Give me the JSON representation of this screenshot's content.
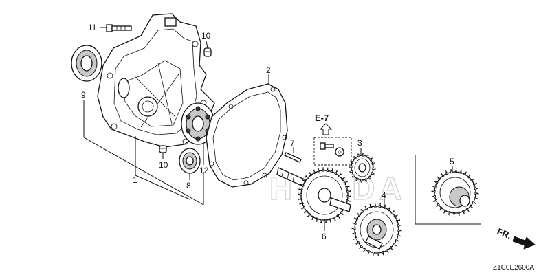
{
  "diagram": {
    "callouts": {
      "c1": "1",
      "c2": "2",
      "c3": "3",
      "c4": "4",
      "c5": "5",
      "c6": "6",
      "c7": "7",
      "c8": "8",
      "c9": "9",
      "c10a": "10",
      "c10b": "10",
      "c11": "11",
      "c12": "12"
    },
    "reference": "E-7",
    "front_label": "FR.",
    "drawing_code": "Z1C0E2600A",
    "watermark": "HONDA"
  }
}
